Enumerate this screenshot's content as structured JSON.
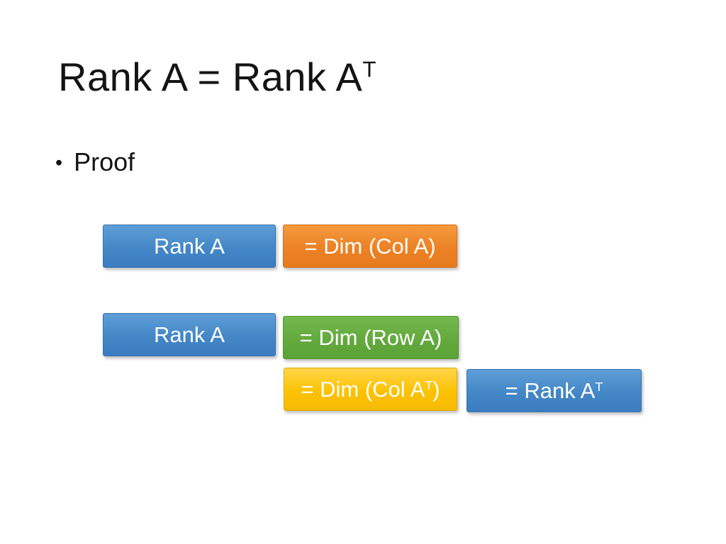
{
  "slide": {
    "title": {
      "pre": "Rank A = Rank A",
      "sup": "T"
    },
    "bullet": {
      "marker": "•",
      "label": "Proof"
    },
    "boxes": [
      {
        "name": "rank-a-box-1",
        "pre": "Rank A",
        "sup": "",
        "post": "",
        "color": "blue"
      },
      {
        "name": "dim-col-a-box",
        "pre": "= Dim (Col A)",
        "sup": "",
        "post": "",
        "color": "orange"
      },
      {
        "name": "rank-a-box-2",
        "pre": "Rank A",
        "sup": "",
        "post": "",
        "color": "blue"
      },
      {
        "name": "dim-row-a-box",
        "pre": "= Dim (Row A)",
        "sup": "",
        "post": "",
        "color": "green"
      },
      {
        "name": "dim-col-at-box",
        "pre": "= Dim (Col A",
        "sup": "T",
        "post": ")",
        "color": "yellow"
      },
      {
        "name": "rank-at-box",
        "pre": "= Rank A",
        "sup": "T",
        "post": "",
        "color": "blue"
      }
    ],
    "colors": {
      "blue": "#4487c6",
      "orange": "#ec8125",
      "green": "#63a93e",
      "yellow": "#fcc203",
      "box_text": "#ffffff",
      "title_text": "#141414",
      "background": "#ffffff"
    }
  }
}
